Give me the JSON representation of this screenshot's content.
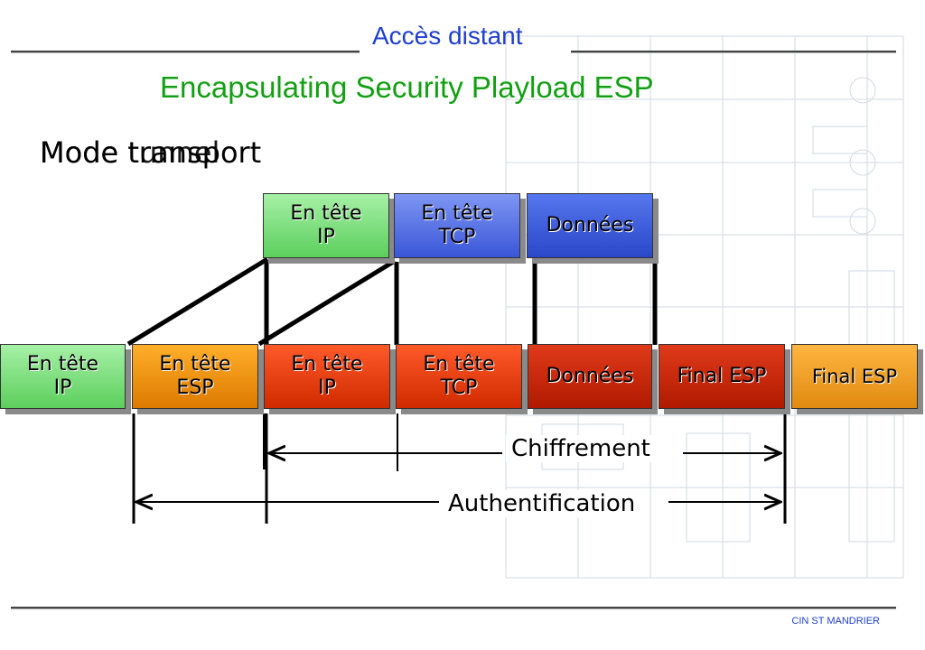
{
  "header": {
    "title": "Accès distant",
    "subtitle": "Encapsulating Security Playload ESP"
  },
  "mode": {
    "text_a": "Mode transport",
    "text_b": "Mode tunnel"
  },
  "top_row": {
    "ip_header": [
      "En tête",
      "IP"
    ],
    "tcp_header": [
      "En tête",
      "TCP"
    ],
    "data": "Données"
  },
  "bottom_row": {
    "ip_header": [
      "En tête",
      "IP"
    ],
    "esp_header": [
      "En tête",
      "ESP"
    ],
    "inner_ip_header": [
      "En tête",
      "IP"
    ],
    "inner_tcp_header": [
      "En tête",
      "TCP"
    ],
    "data": "Données",
    "final_esp_1": "Final ESP",
    "final_esp_2": "Final ESP"
  },
  "labels": {
    "encryption": "Chiffrement",
    "authentication": "Authentification"
  },
  "footer": {
    "org": "CIN ST MANDRIER"
  }
}
